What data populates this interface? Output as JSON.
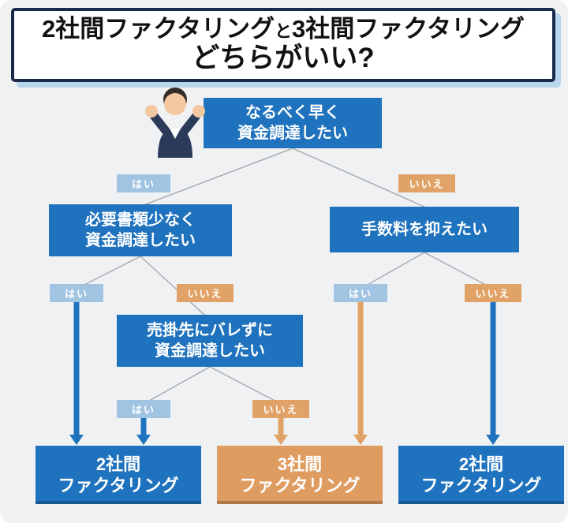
{
  "title": {
    "part1": "2社間ファクタリング",
    "conjunction": "と",
    "part2": "3社間ファクタリング",
    "line2": "どちらがいい?"
  },
  "decision_labels": {
    "yes": "はい",
    "no": "いいえ"
  },
  "nodes": {
    "root": {
      "line1": "なるべく早く",
      "line2": "資金調達したい"
    },
    "few_documents": {
      "line1": "必要書類少なく",
      "line2": "資金調達したい"
    },
    "low_fees": {
      "label": "手数料を抑えたい"
    },
    "hide_from_client": {
      "line1": "売掛先にバレずに",
      "line2": "資金調達したい"
    }
  },
  "results": {
    "left": {
      "line1": "2社間",
      "line2": "ファクタリング"
    },
    "middle": {
      "line1": "3社間",
      "line2": "ファクタリング"
    },
    "right": {
      "line1": "2社間",
      "line2": "ファクタリング"
    }
  },
  "icons": {
    "person": "businessman-raising-fists-icon"
  },
  "colors": {
    "blue": "#1f72bd",
    "light_blue": "#a2c4e3",
    "orange": "#e0a266",
    "orange_box": "#df9c60",
    "title_border": "#1b2a4a",
    "title_shadow": "#b7d6ec",
    "line_gray": "#a8adb3",
    "background": "#f0f1f2",
    "text_dark": "#111111"
  }
}
